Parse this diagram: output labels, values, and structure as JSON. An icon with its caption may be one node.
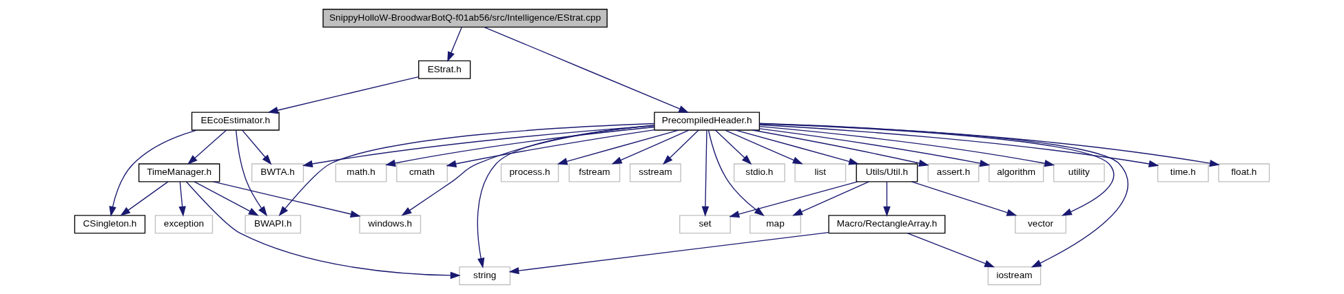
{
  "diagram": {
    "nodes": [
      {
        "text": [
          "SnippyHolloW-BroodwarBotQ-f01ab56/src/Intelligence/EStrat.cpp"
        ]
      },
      {
        "text": [
          "EStrat.h"
        ]
      },
      {
        "text": [
          "PrecompiledHeader.h"
        ]
      },
      {
        "text": [
          "EEcoEstimator.h"
        ]
      },
      {
        "text": [
          "TimeManager.h"
        ]
      },
      {
        "text": [
          "BWTA.h"
        ]
      },
      {
        "text": [
          "CSingleton.h"
        ]
      },
      {
        "text": [
          "exception"
        ]
      },
      {
        "text": [
          "windows.h"
        ]
      },
      {
        "text": [
          "BWAPI.h"
        ]
      },
      {
        "text": [
          "stdio.h"
        ]
      },
      {
        "text": [
          "list"
        ]
      },
      {
        "text": [
          "assert.h"
        ]
      },
      {
        "text": [
          "algorithm"
        ]
      },
      {
        "text": [
          "utility"
        ]
      },
      {
        "text": [
          "time.h"
        ]
      },
      {
        "text": [
          "float.h"
        ]
      },
      {
        "text": [
          "math.h"
        ]
      },
      {
        "text": [
          "cmath"
        ]
      },
      {
        "text": [
          "string"
        ]
      },
      {
        "text": [
          "set"
        ]
      },
      {
        "text": [
          "map"
        ]
      },
      {
        "text": [
          "Utils/Util.h"
        ]
      },
      {
        "text": [
          "Macro/RectangleArray.h"
        ]
      },
      {
        "text": [
          "vector"
        ]
      },
      {
        "text": [
          "iostream"
        ]
      },
      {
        "text": [
          "process.h"
        ]
      },
      {
        "text": [
          "fstream"
        ]
      },
      {
        "text": [
          "sstream"
        ]
      }
    ],
    "edges": [
      {
        "from": 0,
        "to": 1,
        "arrow": "to"
      },
      {
        "from": 0,
        "to": 2,
        "arrow": "to"
      },
      {
        "from": 1,
        "to": 3,
        "arrow": "to"
      },
      {
        "from": 3,
        "to": 6,
        "arrow": "to"
      },
      {
        "from": 3,
        "to": 4,
        "arrow": "to"
      },
      {
        "from": 3,
        "to": 5,
        "arrow": "to"
      },
      {
        "from": 3,
        "to": 9,
        "arrow": "to"
      },
      {
        "from": 4,
        "to": 6,
        "arrow": "to"
      },
      {
        "from": 4,
        "to": 7,
        "arrow": "to"
      },
      {
        "from": 4,
        "to": 8,
        "arrow": "to"
      },
      {
        "from": 4,
        "to": 9,
        "arrow": "to"
      },
      {
        "from": 4,
        "to": 19,
        "arrow": "to"
      },
      {
        "from": 2,
        "to": 5,
        "arrow": "to"
      },
      {
        "from": 2,
        "to": 8,
        "arrow": "to"
      },
      {
        "from": 2,
        "to": 9,
        "arrow": "to"
      },
      {
        "from": 2,
        "to": 10,
        "arrow": "to"
      },
      {
        "from": 2,
        "to": 11,
        "arrow": "to"
      },
      {
        "from": 2,
        "to": 12,
        "arrow": "to"
      },
      {
        "from": 2,
        "to": 13,
        "arrow": "to"
      },
      {
        "from": 2,
        "to": 14,
        "arrow": "to"
      },
      {
        "from": 2,
        "to": 15,
        "arrow": "to"
      },
      {
        "from": 2,
        "to": 16,
        "arrow": "to"
      },
      {
        "from": 2,
        "to": 17,
        "arrow": "to"
      },
      {
        "from": 2,
        "to": 18,
        "arrow": "to"
      },
      {
        "from": 2,
        "to": 19,
        "arrow": "to"
      },
      {
        "from": 2,
        "to": 20,
        "arrow": "to"
      },
      {
        "from": 2,
        "to": 21,
        "arrow": "to"
      },
      {
        "from": 2,
        "to": 22,
        "arrow": "to"
      },
      {
        "from": 2,
        "to": 24,
        "arrow": "to"
      },
      {
        "from": 2,
        "to": 25,
        "arrow": "to"
      },
      {
        "from": 2,
        "to": 26,
        "arrow": "to"
      },
      {
        "from": 2,
        "to": 27,
        "arrow": "to"
      },
      {
        "from": 2,
        "to": 28,
        "arrow": "to"
      },
      {
        "from": 22,
        "to": 20,
        "arrow": "to"
      },
      {
        "from": 22,
        "to": 21,
        "arrow": "to"
      },
      {
        "from": 22,
        "to": 23,
        "arrow": "to"
      },
      {
        "from": 22,
        "to": 24,
        "arrow": "to"
      },
      {
        "from": 23,
        "to": 19,
        "arrow": "to"
      },
      {
        "from": 23,
        "to": 25,
        "arrow": "to"
      }
    ]
  }
}
